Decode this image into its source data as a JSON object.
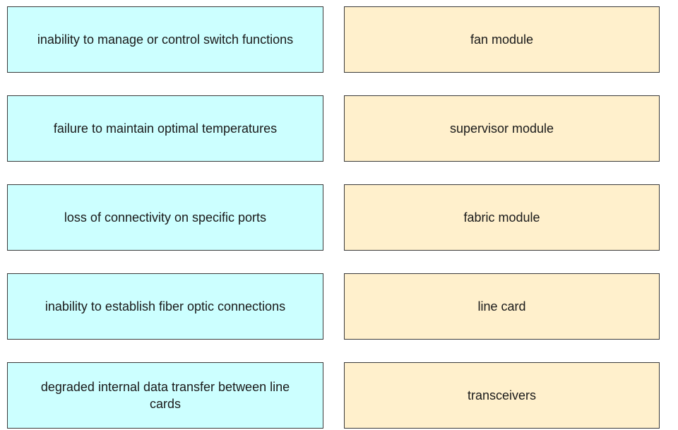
{
  "problems": [
    {
      "text": "inability to manage or control switch functions"
    },
    {
      "text": "failure to maintain optimal temperatures"
    },
    {
      "text": "loss of connectivity on specific ports"
    },
    {
      "text": "inability to establish fiber optic connections"
    },
    {
      "text": "degraded internal data transfer between line cards"
    }
  ],
  "components": [
    {
      "text": "fan module"
    },
    {
      "text": "supervisor module"
    },
    {
      "text": "fabric module"
    },
    {
      "text": "line card"
    },
    {
      "text": "transceivers"
    }
  ],
  "colors": {
    "problem_fill": "#ccffff",
    "component_fill": "#fff0cc",
    "border": "#3a3a3a"
  }
}
